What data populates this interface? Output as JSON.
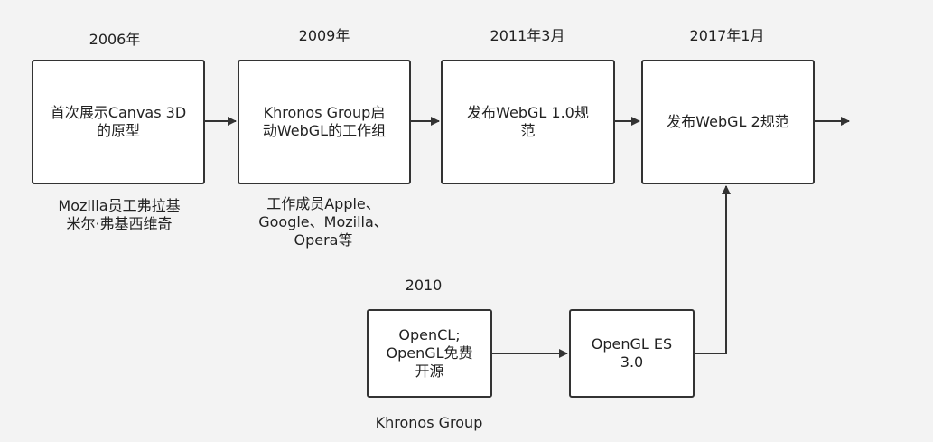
{
  "timeline": {
    "nodes": [
      {
        "year": "2006年",
        "text": "首次展示Canvas 3D\n的原型",
        "note": "Mozilla员工弗拉基\n米尔·弗基西维奇"
      },
      {
        "year": "2009年",
        "text": "Khronos Group启\n动WebGL的工作组",
        "note": "工作成员Apple、\nGoogle、Mozilla、\nOpera等"
      },
      {
        "year": "2011年3月",
        "text": "发布WebGL 1.0规\n范",
        "note": ""
      },
      {
        "year": "2017年1月",
        "text": "发布WebGL 2规范",
        "note": ""
      }
    ]
  },
  "branch": {
    "year": "2010",
    "opencl": {
      "text": "OpenCL;\nOpenGL免费\n开源",
      "note": "Khronos Group"
    },
    "opengles": {
      "text": "OpenGL ES\n3.0"
    }
  },
  "colors": {
    "background": "#f3f3f3",
    "box_fill": "#ffffff",
    "stroke": "#333333"
  }
}
